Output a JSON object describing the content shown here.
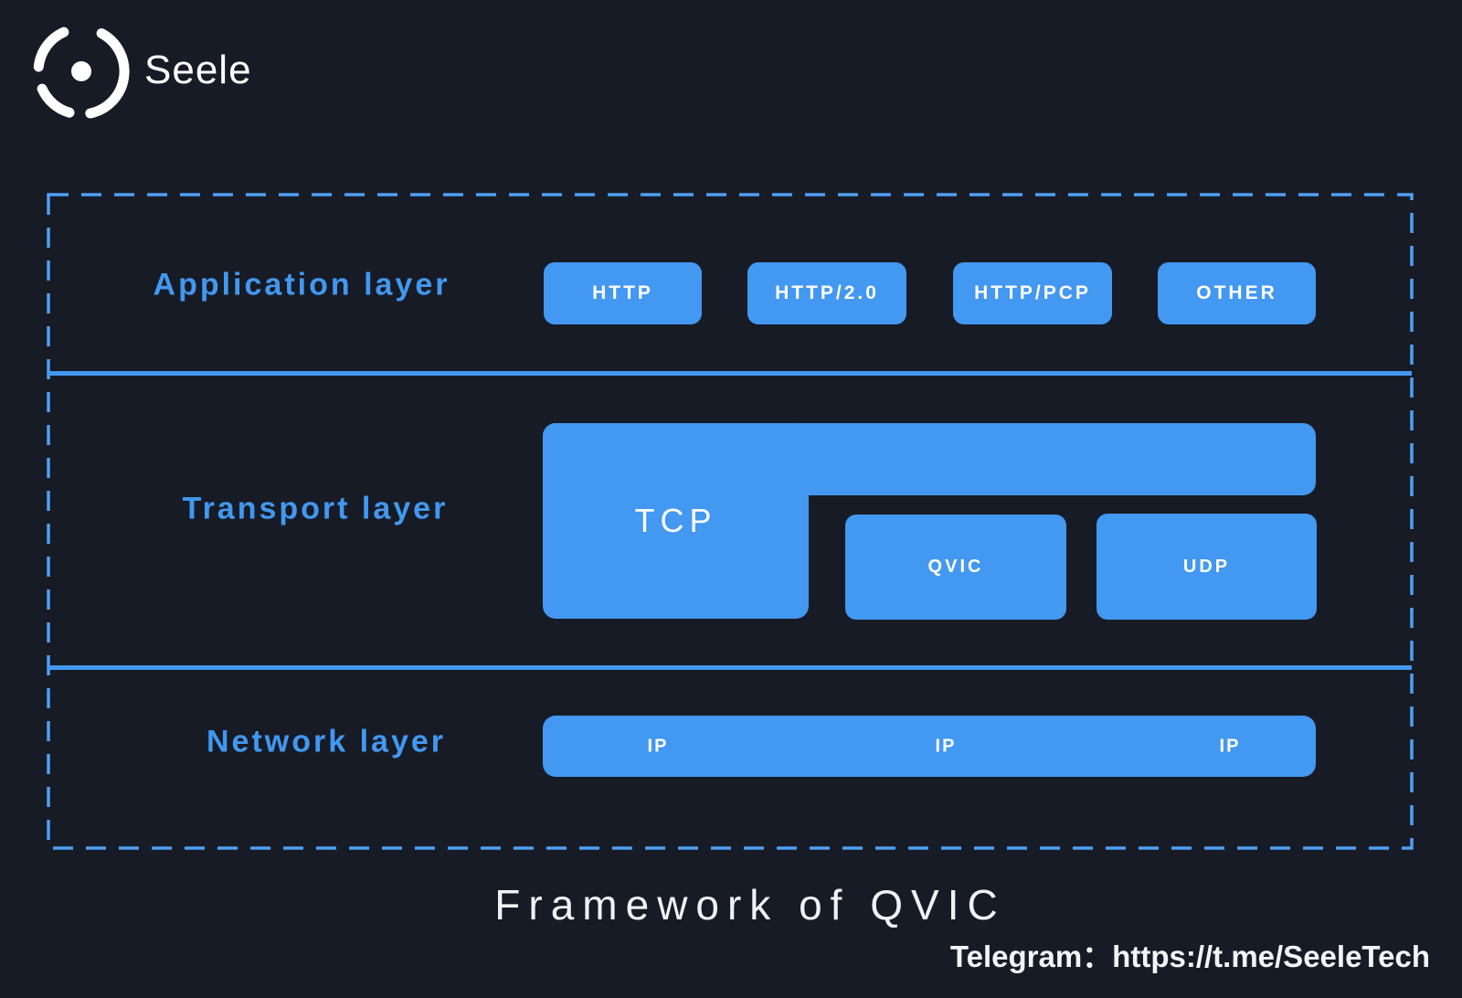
{
  "brand": "Seele",
  "title": "Framework of QVIC",
  "footer": {
    "telegram": "Telegram：https://t.me/SeeleTech"
  },
  "layers": {
    "application": {
      "label": "Application layer",
      "blocks": [
        "HTTP",
        "HTTP/2.0",
        "HTTP/PCP",
        "OTHER"
      ]
    },
    "transport": {
      "label": "Transport layer",
      "tcp": "TCP",
      "qvic": "QVIC",
      "udp": "UDP"
    },
    "network": {
      "label": "Network layer",
      "ip": [
        "IP",
        "IP",
        "IP"
      ]
    }
  },
  "colors": {
    "bg": "#171B25",
    "block_blue": "#4398F1",
    "label_blue": "#4298F0",
    "frame_blue": "#4FA0F3",
    "text_white": "#FFFFFF"
  }
}
